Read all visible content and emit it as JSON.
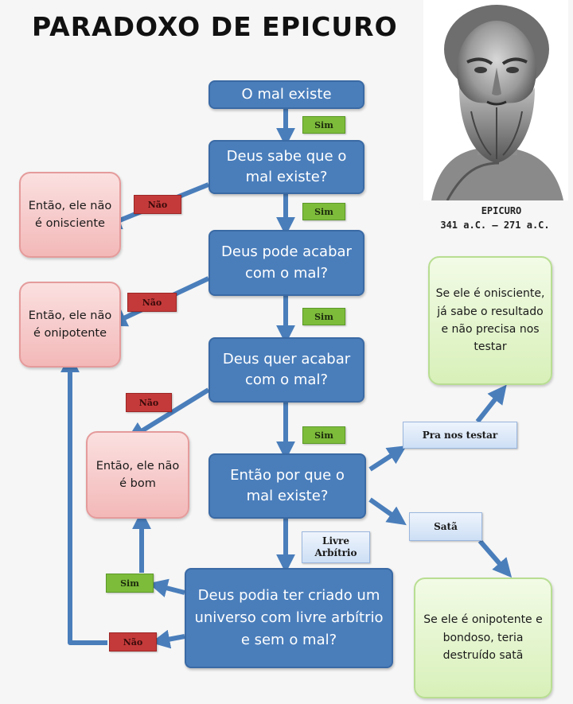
{
  "title": "PARADOXO DE EPICURO",
  "portrait": {
    "name": "EPICURO",
    "dates": "341 a.C. — 271 a.C."
  },
  "questions": {
    "q1": "O mal existe",
    "q2": "Deus sabe que o mal existe?",
    "q3": "Deus pode acabar com o mal?",
    "q4": "Deus quer acabar com o mal?",
    "q5": "Então por que o mal existe?",
    "q6": "Deus podia ter criado um universo com livre arbítrio e sem o mal?"
  },
  "conclusions": {
    "not_omniscient": "Então, ele não é onisciente",
    "not_omnipotent": "Então, ele não é onipotente",
    "not_good": "Então, ele não é bom"
  },
  "rebuttals": {
    "testing": "Se ele é onisciente, já sabe o resultado e não precisa nos testar",
    "satan": "Se ele é onipotente e bondoso, teria destruído satã"
  },
  "labels": {
    "yes": "Sim",
    "no": "Não",
    "to_test": "Pra nos testar",
    "satan": "Satã",
    "free_will": "Livre Arbítrio"
  },
  "colors": {
    "question_blue": "#4a7ebb",
    "arrow_blue": "#4a7ebb",
    "no_red": "#c43a3a",
    "yes_green": "#7dbb3b"
  }
}
